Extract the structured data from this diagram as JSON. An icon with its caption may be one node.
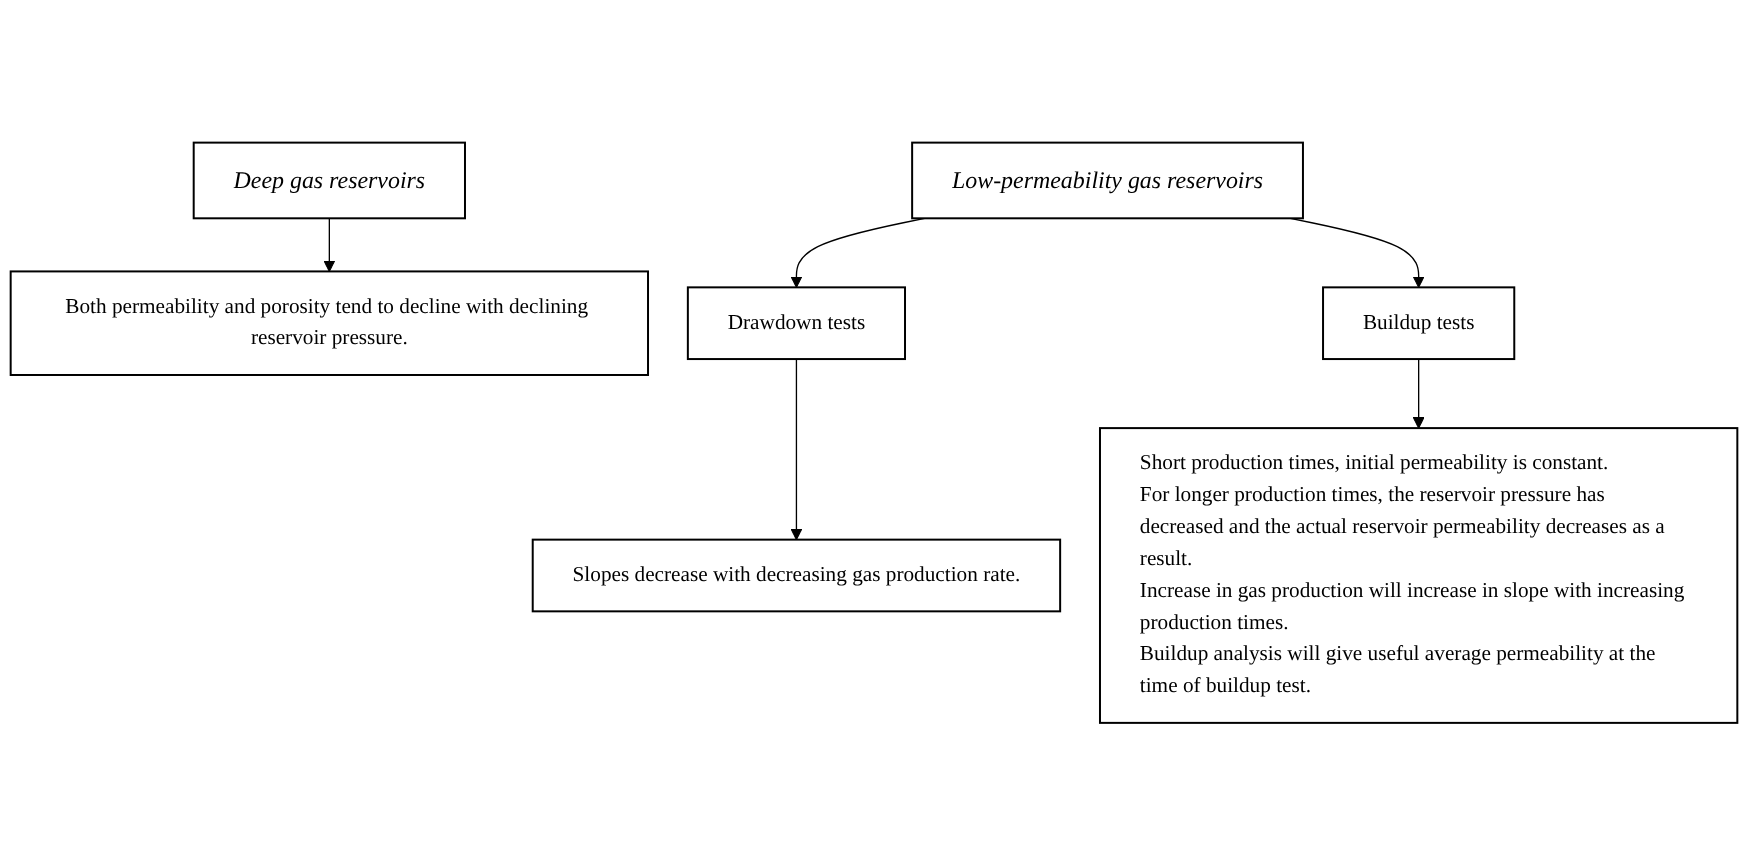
{
  "diagram": {
    "nodes": [
      {
        "text": [
          "Deep gas reservoirs"
        ]
      },
      {
        "text": [
          "Low-permeability gas reservoirs"
        ]
      },
      {
        "text": [
          "Both permeability and porosity tend to decline with declining reservoir pressure."
        ]
      },
      {
        "text": [
          "Drawdown tests"
        ]
      },
      {
        "text": [
          "Buildup tests"
        ]
      },
      {
        "text": [
          "Slopes decrease with decreasing gas production rate."
        ]
      },
      {
        "text": [
          "Short production times, initial permeability is constant.",
          "For longer production times, the reservoir pressure has decreased and the actual reservoir permeability decreases as a result.",
          "Increase in gas production will increase in slope with increasing production times.",
          "Buildup analysis will give useful average permeability at the time of buildup test."
        ]
      }
    ],
    "edges": [
      {
        "from": 0,
        "to": 2,
        "arrow": "to"
      },
      {
        "from": 1,
        "to": 3,
        "arrow": "to"
      },
      {
        "from": 1,
        "to": 4,
        "arrow": "to"
      },
      {
        "from": 3,
        "to": 5,
        "arrow": "to"
      },
      {
        "from": 4,
        "to": 6,
        "arrow": "to"
      }
    ]
  }
}
